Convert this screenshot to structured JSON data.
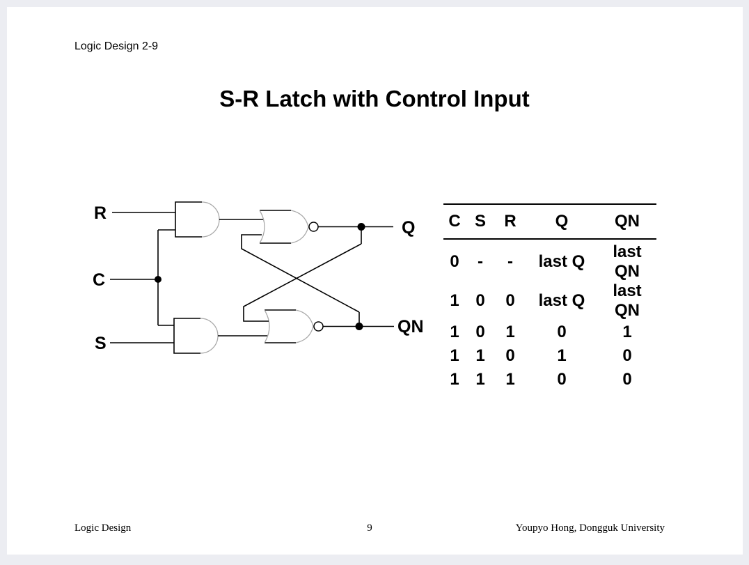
{
  "page": {
    "header": "Logic Design 2-9",
    "title": "S-R Latch with Control Input",
    "footer": {
      "left": "Logic Design",
      "page_number": "9",
      "right": "Youpyo Hong, Dongguk University"
    }
  },
  "circuit": {
    "input_labels": {
      "r": "R",
      "c": "C",
      "s": "S"
    },
    "output_labels": {
      "q": "Q",
      "qn": "QN"
    },
    "gate_types": {
      "top_left": "AND",
      "bottom_left": "AND",
      "top_right": "NOR",
      "bottom_right": "NOR"
    }
  },
  "truth_table": {
    "headers": [
      "C",
      "S",
      "R",
      "Q",
      "QN"
    ],
    "rows": [
      [
        "0",
        "-",
        "-",
        "last Q",
        "last QN"
      ],
      [
        "1",
        "0",
        "0",
        "last Q",
        "last QN"
      ],
      [
        "1",
        "0",
        "1",
        "0",
        "1"
      ],
      [
        "1",
        "1",
        "0",
        "1",
        "0"
      ],
      [
        "1",
        "1",
        "1",
        "0",
        "0"
      ]
    ]
  },
  "colors": {
    "wire": "#000000",
    "gate_curve": "#a9a9a9",
    "slide_bg": "#ffffff",
    "canvas_bg": "#ecedf2"
  }
}
